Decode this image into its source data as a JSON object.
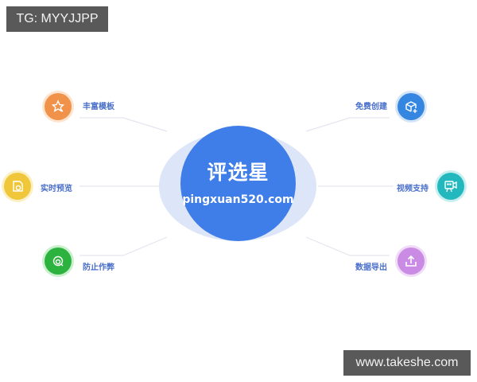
{
  "watermarks": {
    "top_left": "TG: MYYJJPP",
    "bottom_right": "www.takeshe.com"
  },
  "hub": {
    "title": "评选星",
    "url": "pingxuan520.com",
    "color": "#3f7de8",
    "halo_color": "#dde6f8"
  },
  "features": [
    {
      "label": "丰富模板",
      "icon": "star-template-icon",
      "color": "#f0924a",
      "side": "left"
    },
    {
      "label": "实时预览",
      "icon": "preview-icon",
      "color": "#f0c73a",
      "side": "left"
    },
    {
      "label": "防止作弊",
      "icon": "anti-cheat-icon",
      "color": "#2cb33f",
      "side": "left"
    },
    {
      "label": "免费创建",
      "icon": "box-plus-icon",
      "color": "#3586e0",
      "side": "right"
    },
    {
      "label": "视频支持",
      "icon": "video-camera-icon",
      "color": "#22b8bd",
      "side": "right"
    },
    {
      "label": "数据导出",
      "icon": "upload-export-icon",
      "color": "#c98be3",
      "side": "right"
    }
  ]
}
